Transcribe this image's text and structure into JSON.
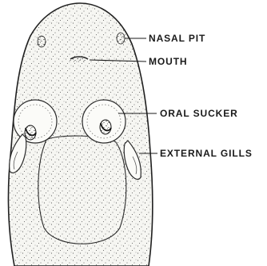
{
  "figure": {
    "background": "#ffffff",
    "ink": "#1a1a1a",
    "labels": {
      "nasal_pit": "NASAL PIT",
      "mouth": "MOUTH",
      "oral_sucker": "ORAL SUCKER",
      "external_gills": "EXTERNAL GILLS"
    }
  }
}
